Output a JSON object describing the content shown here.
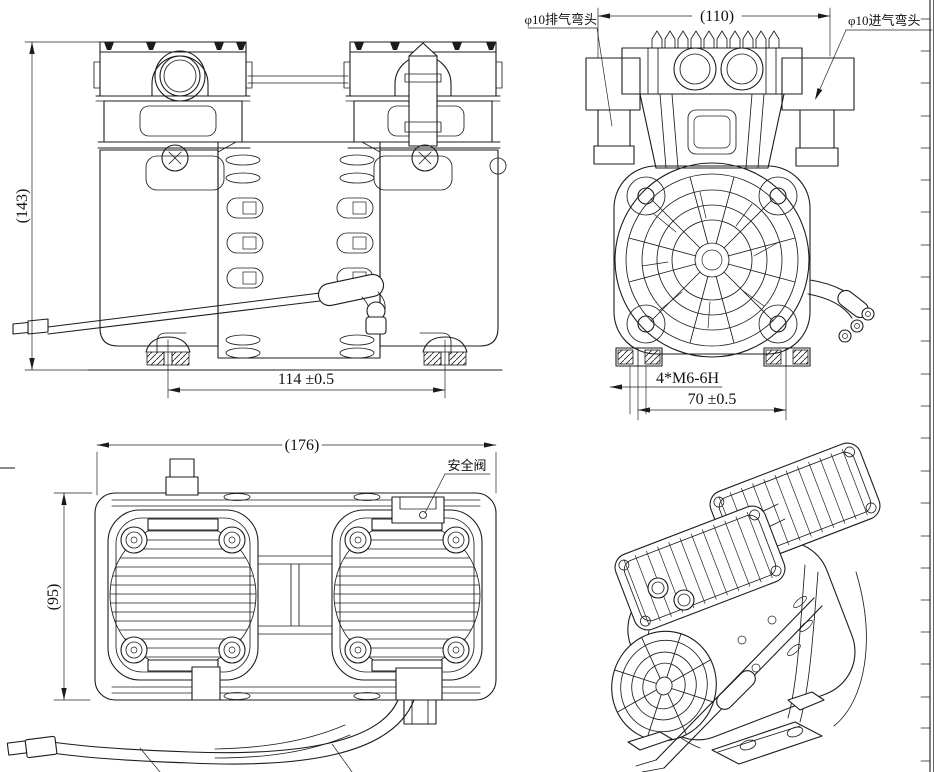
{
  "drawing": {
    "labels": {
      "exhaust_elbow": "φ10排气弯头",
      "intake_elbow": "φ10进气弯头",
      "safety_valve": "安全阀"
    },
    "dimensions": {
      "depth": "(110)",
      "height": "(143)",
      "front_feet_span": "114 ±0.5",
      "mount_thread": "4*M6-6H",
      "side_feet_span": "70 ±0.5",
      "length": "(176)",
      "width": "(95)"
    },
    "colors": {
      "line": "#1c1c1c",
      "background": "#ffffff",
      "frame_tick": "#8a8a8a"
    }
  }
}
